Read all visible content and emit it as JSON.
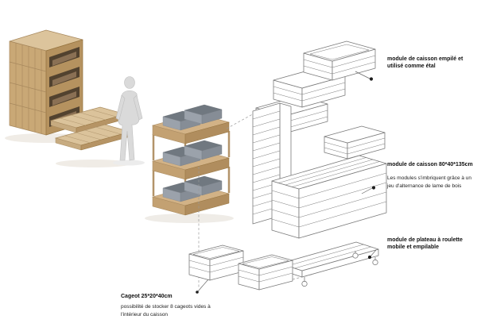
{
  "colors": {
    "background": "#ffffff",
    "wood_light": "#dcc49c",
    "wood_mid": "#c9a876",
    "wood_dark": "#b08d5e",
    "crate_gray": "#8f97a0",
    "figure_gray": "#dadada",
    "wireframe_line": "#7a7a7a",
    "dashed_line": "#9a9a9a",
    "text": "#111111"
  },
  "callouts": {
    "stacked_caisson": {
      "label": "module de caisson empilé et utilisé comme étal"
    },
    "caisson": {
      "label": "module de caisson 80*40*135cm",
      "note": "Les modules s'imbriquent grâce à un jeu d'alternance de lame de bois"
    },
    "plateau": {
      "label": "module de plateau à roulette mobile et empilable"
    },
    "cageot": {
      "label": "Cageot 25*20*40cm",
      "note": "possibilité de stocker 8 cageots vides à l'intérieur du caisson"
    }
  }
}
